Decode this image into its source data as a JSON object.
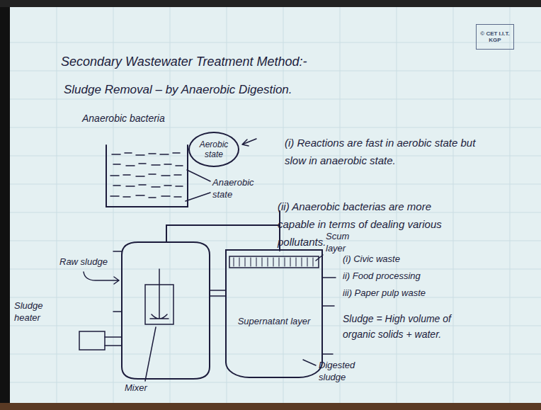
{
  "diagram": {
    "title": "Secondary Wastewater Treatment Method:-",
    "nodes": [
      {
        "text": [
          "© CET I.I.T. KGP"
        ]
      },
      {
        "text": [
          "Aerobic state"
        ]
      },
      {
        "text": [
          "Supernatant layer"
        ]
      }
    ],
    "labels": [
      "Sludge Removal – by Anaerobic Digestion.",
      "Anaerobic bacteria",
      "Anaerobic state",
      "(i) Reactions are fast in aerobic state but slow in anaerobic state.",
      "(ii) Anaerobic bacterias are more capable in terms of dealing various pollutants.",
      "Raw sludge",
      "Sludge heater",
      "Mixer",
      "Scum layer",
      "Digested sludge",
      "(i) Civic waste",
      "ii) Food processing",
      "iii) Paper pulp waste",
      "Sludge = High volume of organic solids + water."
    ]
  }
}
